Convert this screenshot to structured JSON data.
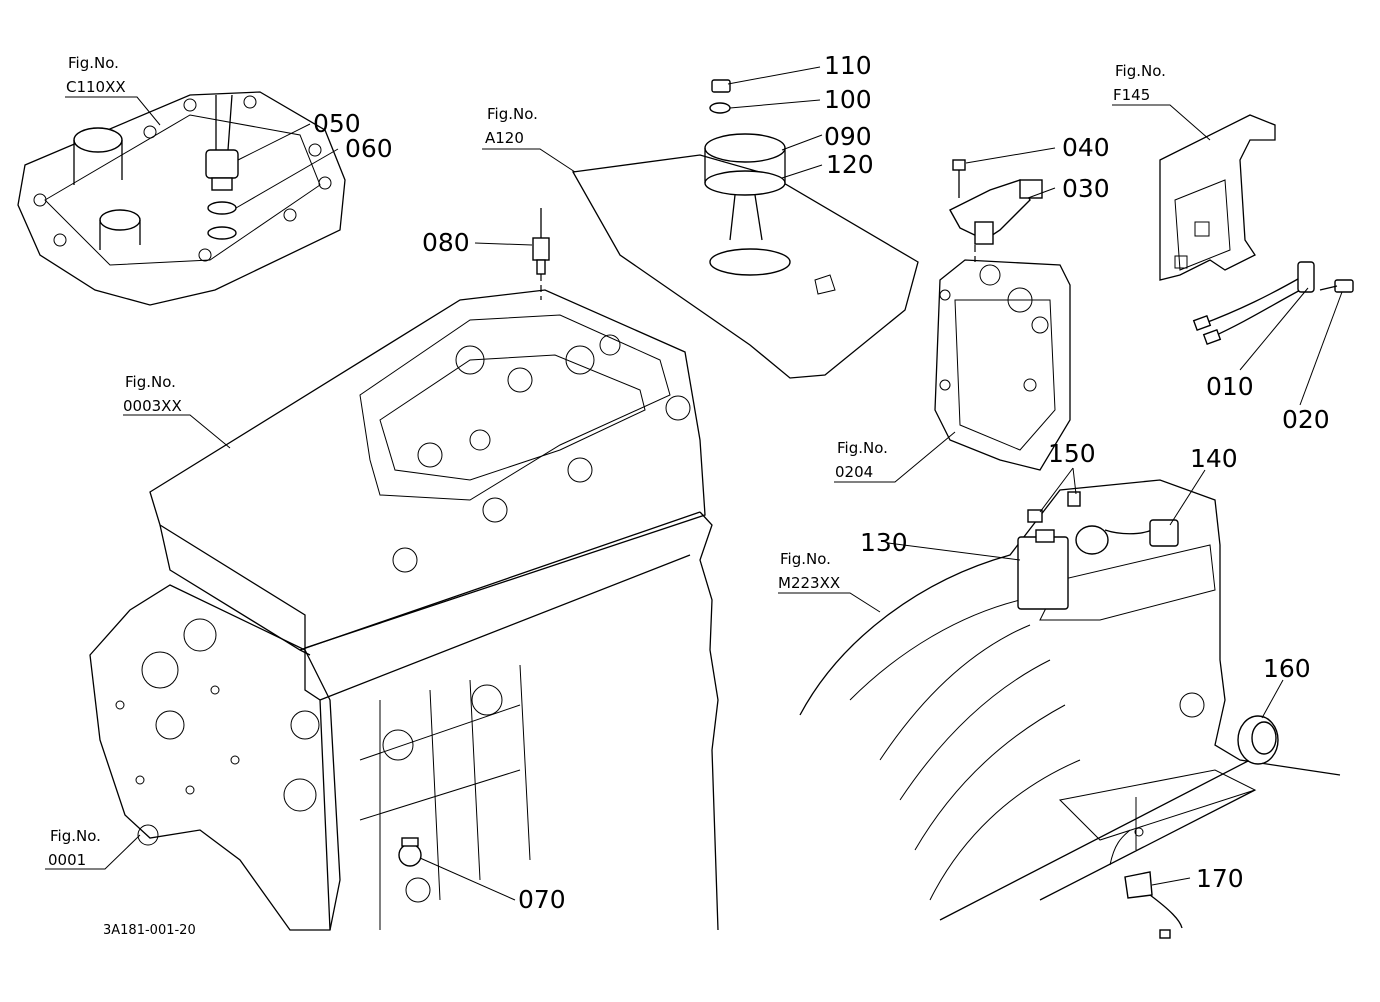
{
  "figure_refs": {
    "c110xx": {
      "prefix": "Fig.No.",
      "code": "C110XX"
    },
    "a120": {
      "prefix": "Fig.No.",
      "code": "A120"
    },
    "f145": {
      "prefix": "Fig.No.",
      "code": "F145"
    },
    "p0003xx": {
      "prefix": "Fig.No.",
      "code": "0003XX"
    },
    "p0204": {
      "prefix": "Fig.No.",
      "code": "0204"
    },
    "m223xx": {
      "prefix": "Fig.No.",
      "code": "M223XX"
    },
    "p0001": {
      "prefix": "Fig.No.",
      "code": "0001"
    }
  },
  "callouts": {
    "c010": "010",
    "c020": "020",
    "c030": "030",
    "c040": "040",
    "c050": "050",
    "c060": "060",
    "c070": "070",
    "c080": "080",
    "c090": "090",
    "c100": "100",
    "c110": "110",
    "c120": "120",
    "c130": "130",
    "c140": "140",
    "c150": "150",
    "c160": "160",
    "c170": "170"
  },
  "drawing_code": "3A181-001-20"
}
